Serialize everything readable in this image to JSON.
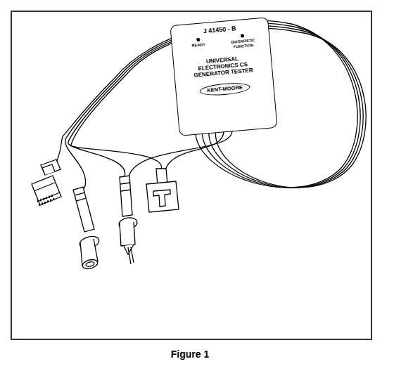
{
  "diagram": {
    "caption": "Figure 1",
    "nodes": [
      {
        "text": [
          "J 41450 - B",
          "READY",
          "DIAGNOSTIC FUNCTION",
          "UNIVERSAL ELECTRONICS CS GENERATOR TESTER",
          "KENT-MOORE"
        ]
      }
    ]
  }
}
